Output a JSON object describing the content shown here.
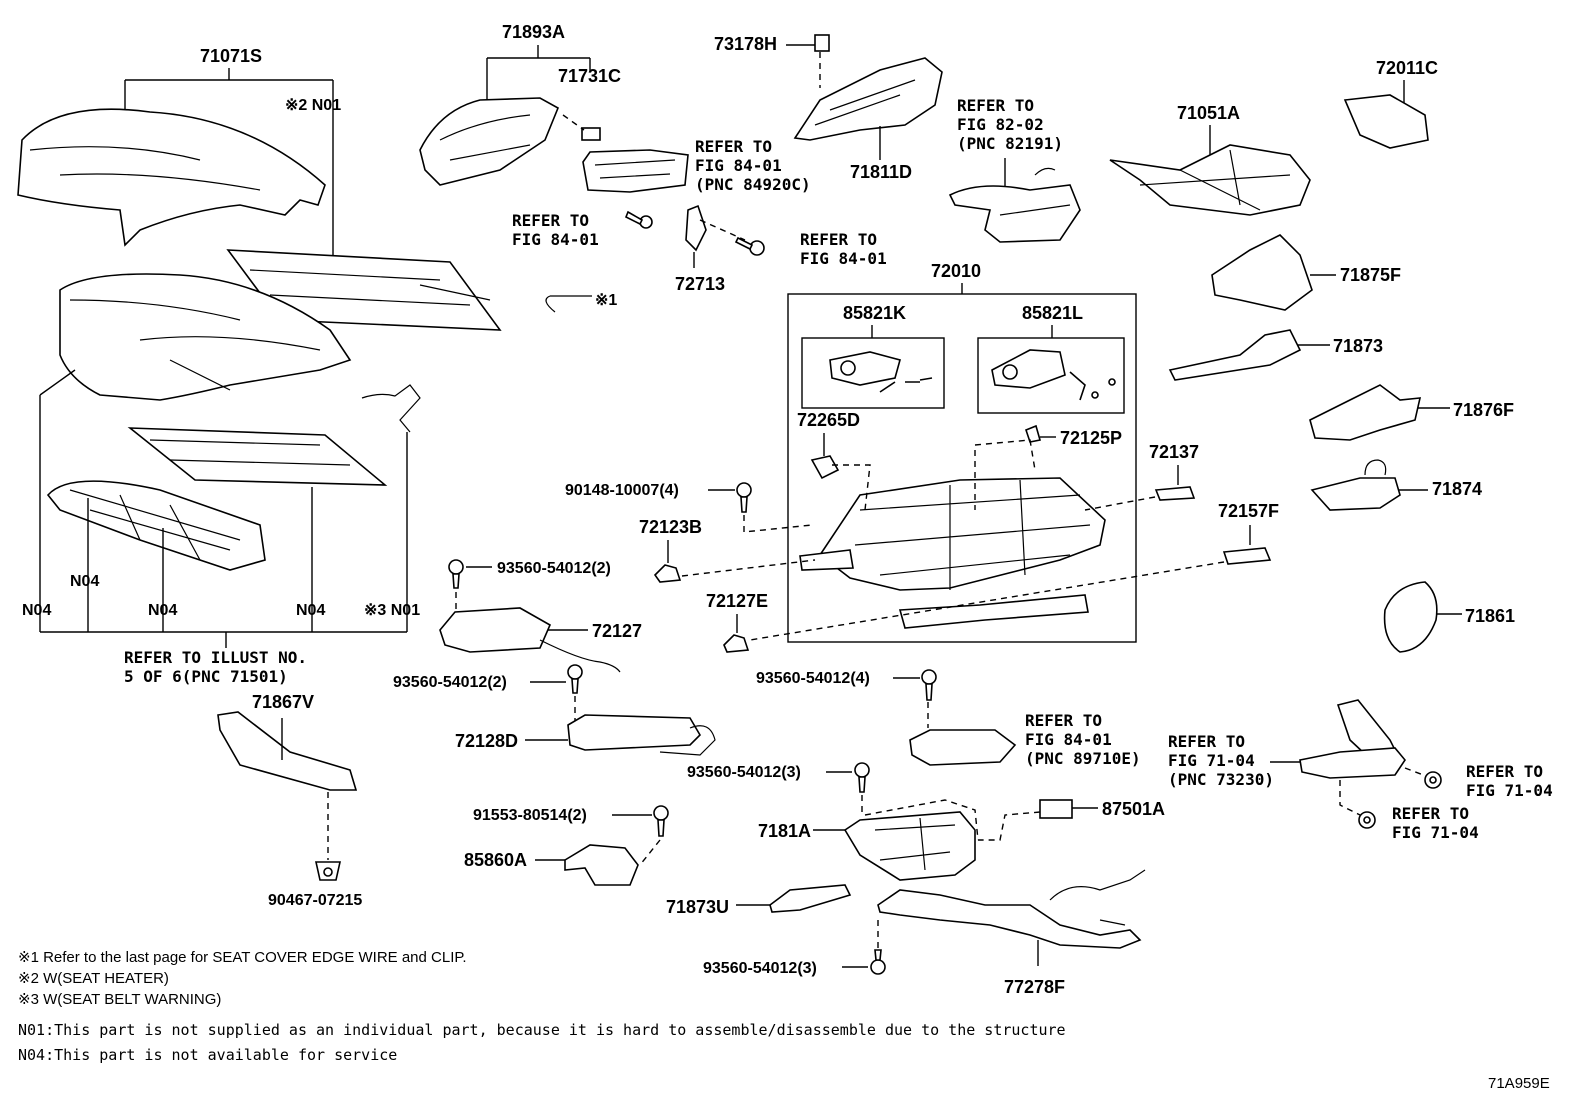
{
  "labels": {
    "p71071S": "71071S",
    "p71893A": "71893A",
    "p71731C": "71731C",
    "p73178H": "73178H",
    "p71811D": "71811D",
    "p72011C": "72011C",
    "p71051A": "71051A",
    "p71875F": "71875F",
    "p71873": "71873",
    "p71876F": "71876F",
    "p71874": "71874",
    "p71861": "71861",
    "p72713": "72713",
    "p72010": "72010",
    "p85821K": "85821K",
    "p85821L": "85821L",
    "p72265D": "72265D",
    "p72125P": "72125P",
    "p72137": "72137",
    "p72157F": "72157F",
    "p72123B": "72123B",
    "p72127E": "72127E",
    "p72127": "72127",
    "p72128D": "72128D",
    "p71867V": "71867V",
    "p90467": "90467-07215",
    "p90148": "90148-10007(4)",
    "b93560a": "93560-54012(2)",
    "b93560b": "93560-54012(2)",
    "b93560c": "93560-54012(4)",
    "b93560d": "93560-54012(3)",
    "b93560e": "93560-54012(3)",
    "b91553": "91553-80514(2)",
    "p85860A": "85860A",
    "p7181A": "7181A",
    "p87501A": "87501A",
    "p71873U": "71873U",
    "p77278F": "77278F",
    "n01a": "※2 N01",
    "n01b": "※3 N01",
    "n04a": "N04",
    "n04b": "N04",
    "n04c": "N04",
    "n04d": "N04",
    "m1": "※1",
    "fig_code": "71A959E"
  },
  "refs": {
    "r1": [
      "REFER TO",
      "FIG 84-01",
      "(PNC 84920C)"
    ],
    "r2": [
      "REFER TO",
      "FIG 84-01"
    ],
    "r3": [
      "REFER TO",
      "FIG 84-01"
    ],
    "r4": [
      "REFER TO",
      "FIG 82-02",
      "(PNC 82191)"
    ],
    "r5": [
      "REFER TO ILLUST NO.",
      "5 OF 6(PNC 71501)"
    ],
    "r6": [
      "REFER TO",
      "FIG 84-01",
      "(PNC 89710E)"
    ],
    "r7": [
      "REFER TO",
      "FIG 71-04",
      "(PNC 73230)"
    ],
    "r8": [
      "REFER TO",
      "FIG 71-04"
    ],
    "r9": [
      "REFER TO",
      "FIG 71-04"
    ]
  },
  "notes": {
    "n1": "※1 Refer to the last page for SEAT COVER EDGE WIRE and CLIP.",
    "n2": "※2 W(SEAT HEATER)",
    "n3": "※3 W(SEAT BELT WARNING)",
    "n4": "N01:This part is not supplied as an individual part, because it is hard to assemble/disassemble due to the structure",
    "n5": "N04:This part is not available for service"
  }
}
